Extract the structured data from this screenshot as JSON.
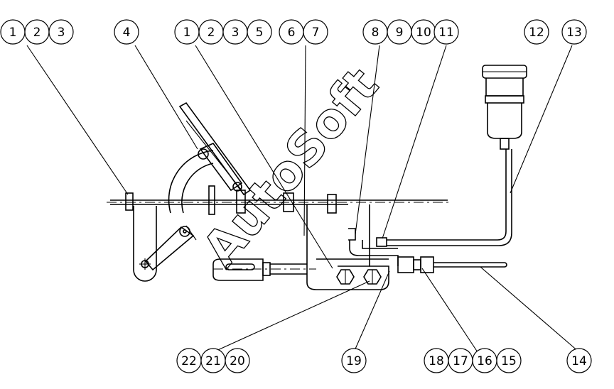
{
  "watermark": "AutoSoft",
  "callouts": [
    {
      "id": "c1",
      "numbers": [
        "1",
        "2",
        "3"
      ]
    },
    {
      "id": "c2",
      "numbers": [
        "4"
      ]
    },
    {
      "id": "c3",
      "numbers": [
        "1",
        "2",
        "3",
        "5"
      ]
    },
    {
      "id": "c4",
      "numbers": [
        "6",
        "7"
      ]
    },
    {
      "id": "c5",
      "numbers": [
        "8",
        "9",
        "10"
      ]
    },
    {
      "id": "c6",
      "numbers": [
        "11"
      ]
    },
    {
      "id": "c7",
      "numbers": [
        "12"
      ]
    },
    {
      "id": "c8",
      "numbers": [
        "13"
      ]
    },
    {
      "id": "c9",
      "numbers": [
        "22",
        "21",
        "20"
      ]
    },
    {
      "id": "c10",
      "numbers": [
        "19"
      ]
    },
    {
      "id": "c11",
      "numbers": [
        "18",
        "17",
        "16",
        "15"
      ]
    },
    {
      "id": "c12",
      "numbers": [
        "14"
      ]
    },
    {
      "id": "c13",
      "numbers": [
        "12"
      ]
    }
  ]
}
